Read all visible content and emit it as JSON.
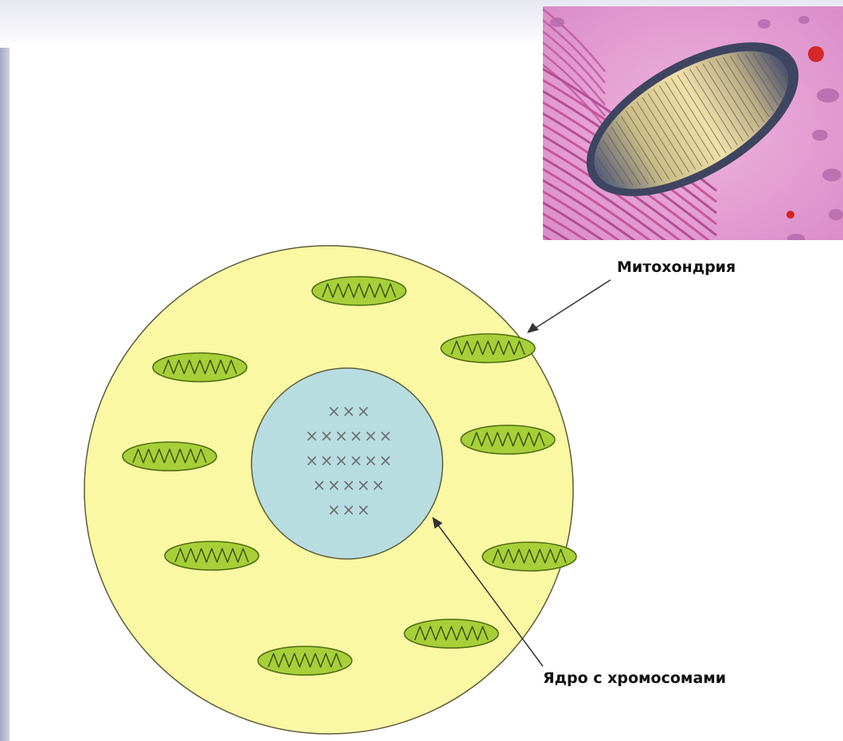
{
  "labels": {
    "mitochondrion": "Митохондрия",
    "nucleus": "Ядро с хромосомами"
  },
  "chromosomes": {
    "symbol": "×",
    "rows": [
      3,
      6,
      6,
      5,
      3
    ]
  },
  "mitochondria_count": 9,
  "colors": {
    "cytoplasm": "#fbf8a4",
    "membrane": "#5c5c3a",
    "nucleus": "#b7dde1",
    "mitochondrion": "#a6cf38",
    "cristae": "#2d4608",
    "chromosome": "#6e6e6e",
    "slide_background": "#e9a8d6",
    "side_bar": "#a7a8c6"
  }
}
